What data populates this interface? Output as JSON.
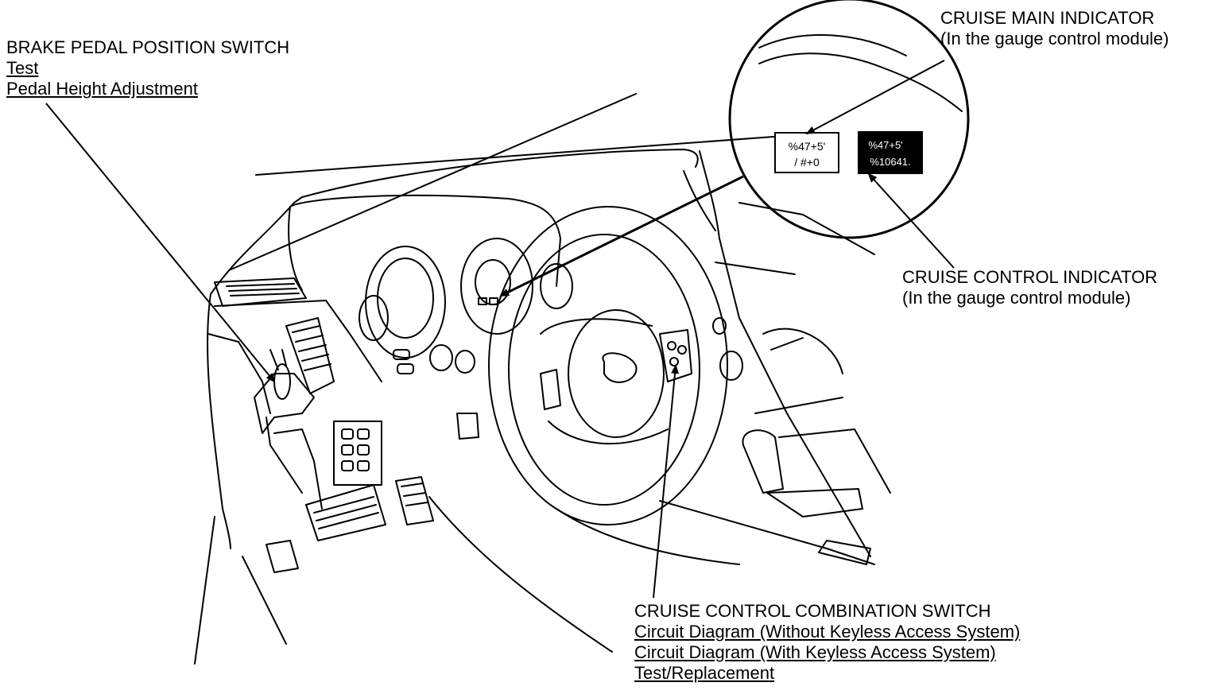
{
  "callouts": {
    "brake_switch": {
      "title": "BRAKE PEDAL POSITION SWITCH",
      "links": [
        "Test",
        "Pedal Height Adjustment"
      ]
    },
    "cruise_main": {
      "title": "CRUISE MAIN INDICATOR",
      "subtitle": "(In the gauge control module)"
    },
    "cruise_control": {
      "title": "CRUISE CONTROL INDICATOR",
      "subtitle": "(In the gauge control module)"
    },
    "combination_switch": {
      "title": "CRUISE CONTROL COMBINATION SWITCH",
      "links": [
        "Circuit Diagram (Without Keyless Access System)",
        "Circuit Diagram (With Keyless Access System)",
        "Test/Replacement"
      ]
    }
  },
  "indicators": {
    "main_line1": "%47+5'",
    "main_line2": "/ #+0",
    "control_line1": "%47+5'",
    "control_line2": "%10641."
  }
}
